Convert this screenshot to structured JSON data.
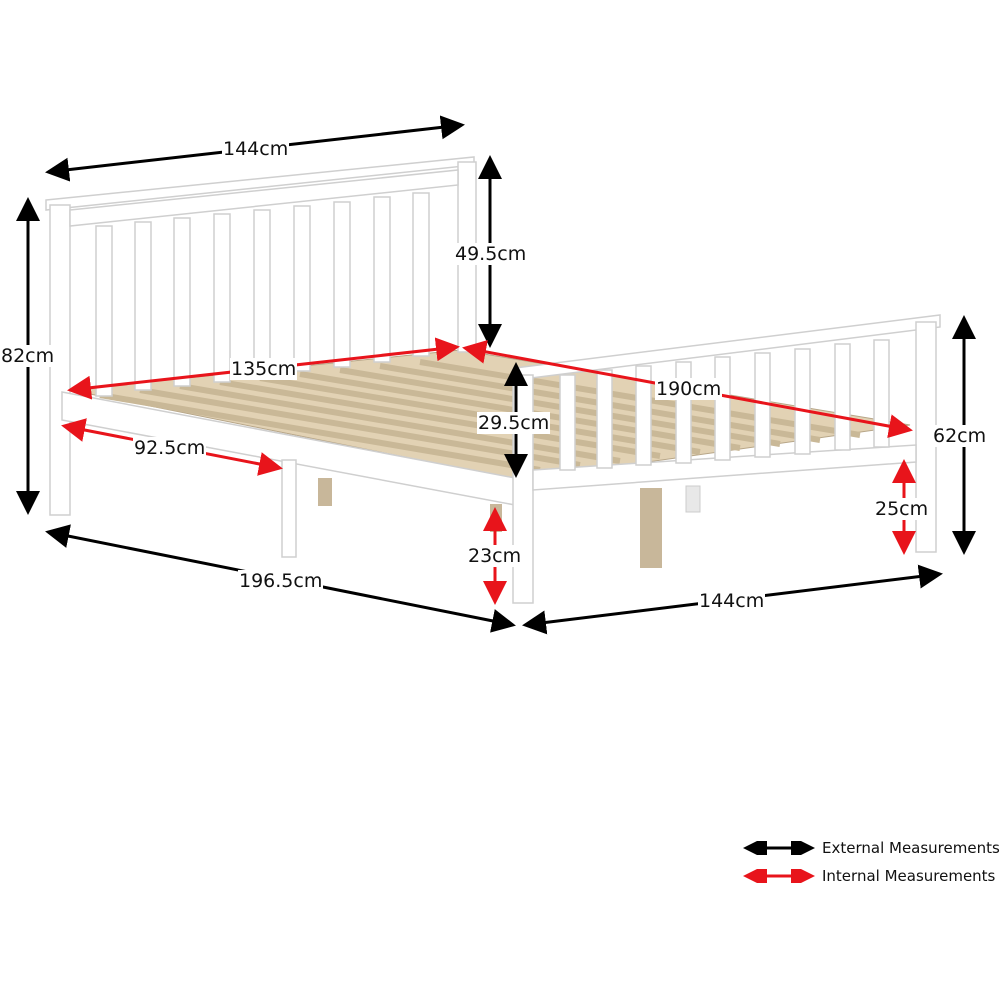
{
  "diagram": {
    "subject": "White wooden double bed frame with headboard, footboard and slatted base",
    "colors": {
      "frame": "#ffffff",
      "frame_shade": "#d9d9d9",
      "slats": "#e2d2b4",
      "legs_wood": "#c8b79a",
      "external": "#000000",
      "internal": "#e8141b"
    }
  },
  "measurements": {
    "external": [
      {
        "id": "headboard-width",
        "label": "144cm"
      },
      {
        "id": "headboard-height-above-rail",
        "label": "49.5cm"
      },
      {
        "id": "total-height",
        "label": "82cm"
      },
      {
        "id": "total-length",
        "label": "196.5cm"
      },
      {
        "id": "footboard-width",
        "label": "144cm"
      },
      {
        "id": "footboard-height",
        "label": "62cm"
      },
      {
        "id": "side-rail-depth",
        "label": "29.5cm"
      }
    ],
    "internal": [
      {
        "id": "internal-width",
        "label": "135cm"
      },
      {
        "id": "internal-length",
        "label": "190cm"
      },
      {
        "id": "half-length",
        "label": "92.5cm"
      },
      {
        "id": "under-bed-clearance-side",
        "label": "23cm"
      },
      {
        "id": "under-bed-clearance-foot",
        "label": "25cm"
      }
    ]
  },
  "legend": {
    "items": [
      {
        "label": "External Measurements",
        "color": "#000000"
      },
      {
        "label": "Internal Measurements",
        "color": "#e8141b"
      }
    ]
  }
}
